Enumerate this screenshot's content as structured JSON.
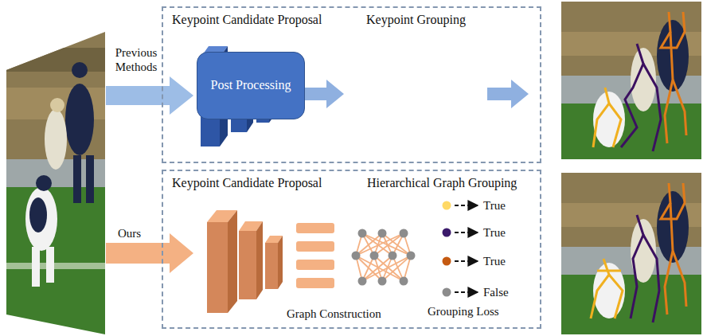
{
  "diagram": {
    "nodes": [
      {
        "text": [
          "Keypoint Candidate Proposal",
          "Keypoint Grouping"
        ]
      },
      {
        "text": [
          "Post Processing"
        ],
        "in": 0
      },
      {
        "text": [
          "Keypoint Candidate Proposal",
          "Hierarchical Graph Grouping"
        ]
      }
    ],
    "labels": [
      "Previous Methods",
      "Ours",
      "True",
      "True",
      "True",
      "False",
      "Graph Construction",
      "Grouping Loss"
    ]
  }
}
